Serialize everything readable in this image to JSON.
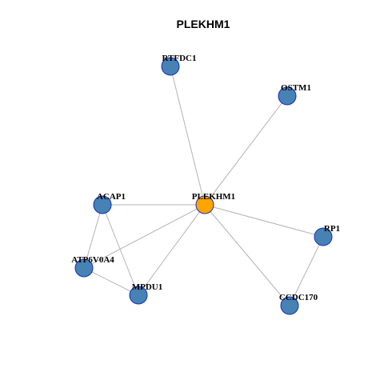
{
  "title": "PLEKHM1",
  "colors": {
    "hub_fill": "#FFA500",
    "node_fill": "#4682B4",
    "node_stroke": "#1A2DBF",
    "edge": "#B3B3B3"
  },
  "nodes": [
    {
      "id": "PLEKHM1",
      "label": "PLEKHM1",
      "hub": true
    },
    {
      "id": "RTFDC1",
      "label": "RTFDC1",
      "hub": false
    },
    {
      "id": "OSTM1",
      "label": "OSTM1",
      "hub": false
    },
    {
      "id": "ACAP1",
      "label": "ACAP1",
      "hub": false
    },
    {
      "id": "ATP6V0A4",
      "label": "ATP6V0A4",
      "hub": false
    },
    {
      "id": "MPDU1",
      "label": "MPDU1",
      "hub": false
    },
    {
      "id": "RP1",
      "label": "RP1",
      "hub": false
    },
    {
      "id": "CCDC170",
      "label": "CCDC170",
      "hub": false
    }
  ],
  "edges": [
    [
      "PLEKHM1",
      "RTFDC1"
    ],
    [
      "PLEKHM1",
      "OSTM1"
    ],
    [
      "PLEKHM1",
      "ACAP1"
    ],
    [
      "PLEKHM1",
      "ATP6V0A4"
    ],
    [
      "PLEKHM1",
      "MPDU1"
    ],
    [
      "PLEKHM1",
      "RP1"
    ],
    [
      "PLEKHM1",
      "CCDC170"
    ],
    [
      "ACAP1",
      "ATP6V0A4"
    ],
    [
      "ACAP1",
      "MPDU1"
    ],
    [
      "ATP6V0A4",
      "MPDU1"
    ],
    [
      "RP1",
      "CCDC170"
    ]
  ]
}
